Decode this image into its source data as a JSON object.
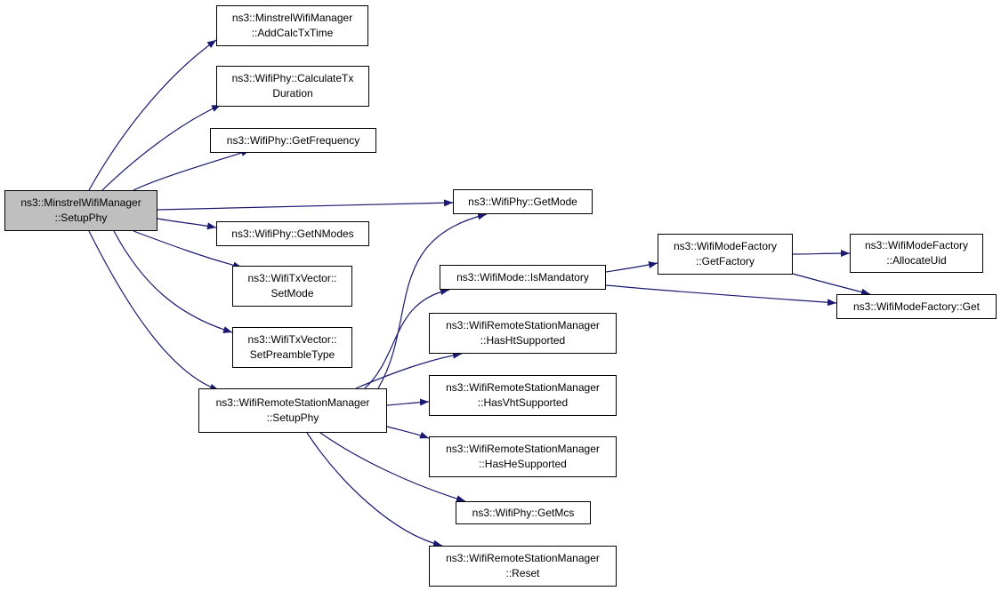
{
  "colors": {
    "edge": "#191970",
    "root_fill": "#bfbfbf",
    "node_fill": "#ffffff",
    "node_border": "#000000"
  },
  "nodes": {
    "minstrel_setup_phy": {
      "lines": [
        "ns3::MinstrelWifiManager",
        "::SetupPhy"
      ],
      "root": true
    },
    "add_calc_tx_time": {
      "lines": [
        "ns3::MinstrelWifiManager",
        "::AddCalcTxTime"
      ]
    },
    "calculate_tx_duration": {
      "lines": [
        "ns3::WifiPhy::CalculateTx",
        "Duration"
      ]
    },
    "get_frequency": {
      "lines": [
        "ns3::WifiPhy::GetFrequency"
      ]
    },
    "get_mode": {
      "lines": [
        "ns3::WifiPhy::GetMode"
      ]
    },
    "get_n_modes": {
      "lines": [
        "ns3::WifiPhy::GetNModes"
      ]
    },
    "set_mode": {
      "lines": [
        "ns3::WifiTxVector::",
        "SetMode"
      ]
    },
    "set_preamble_type": {
      "lines": [
        "ns3::WifiTxVector::",
        "SetPreambleType"
      ]
    },
    "remote_setup_phy": {
      "lines": [
        "ns3::WifiRemoteStationManager",
        "::SetupPhy"
      ]
    },
    "is_mandatory": {
      "lines": [
        "ns3::WifiMode::IsMandatory"
      ]
    },
    "get_factory": {
      "lines": [
        "ns3::WifiModeFactory",
        "::GetFactory"
      ]
    },
    "allocate_uid": {
      "lines": [
        "ns3::WifiModeFactory",
        "::AllocateUid"
      ]
    },
    "factory_get": {
      "lines": [
        "ns3::WifiModeFactory::Get"
      ]
    },
    "has_ht_supported": {
      "lines": [
        "ns3::WifiRemoteStationManager",
        "::HasHtSupported"
      ]
    },
    "has_vht_supported": {
      "lines": [
        "ns3::WifiRemoteStationManager",
        "::HasVhtSupported"
      ]
    },
    "has_he_supported": {
      "lines": [
        "ns3::WifiRemoteStationManager",
        "::HasHeSupported"
      ]
    },
    "get_mcs": {
      "lines": [
        "ns3::WifiPhy::GetMcs"
      ]
    },
    "reset": {
      "lines": [
        "ns3::WifiRemoteStationManager",
        "::Reset"
      ]
    }
  },
  "edges": [
    {
      "from": "minstrel_setup_phy",
      "to": "add_calc_tx_time"
    },
    {
      "from": "minstrel_setup_phy",
      "to": "calculate_tx_duration"
    },
    {
      "from": "minstrel_setup_phy",
      "to": "get_frequency"
    },
    {
      "from": "minstrel_setup_phy",
      "to": "get_mode"
    },
    {
      "from": "minstrel_setup_phy",
      "to": "get_n_modes"
    },
    {
      "from": "minstrel_setup_phy",
      "to": "set_mode"
    },
    {
      "from": "minstrel_setup_phy",
      "to": "set_preamble_type"
    },
    {
      "from": "minstrel_setup_phy",
      "to": "remote_setup_phy"
    },
    {
      "from": "remote_setup_phy",
      "to": "get_mode"
    },
    {
      "from": "remote_setup_phy",
      "to": "is_mandatory"
    },
    {
      "from": "remote_setup_phy",
      "to": "has_ht_supported"
    },
    {
      "from": "remote_setup_phy",
      "to": "has_vht_supported"
    },
    {
      "from": "remote_setup_phy",
      "to": "has_he_supported"
    },
    {
      "from": "remote_setup_phy",
      "to": "get_mcs"
    },
    {
      "from": "remote_setup_phy",
      "to": "reset"
    },
    {
      "from": "is_mandatory",
      "to": "get_factory"
    },
    {
      "from": "is_mandatory",
      "to": "factory_get"
    },
    {
      "from": "get_factory",
      "to": "allocate_uid"
    },
    {
      "from": "get_factory",
      "to": "factory_get"
    }
  ]
}
